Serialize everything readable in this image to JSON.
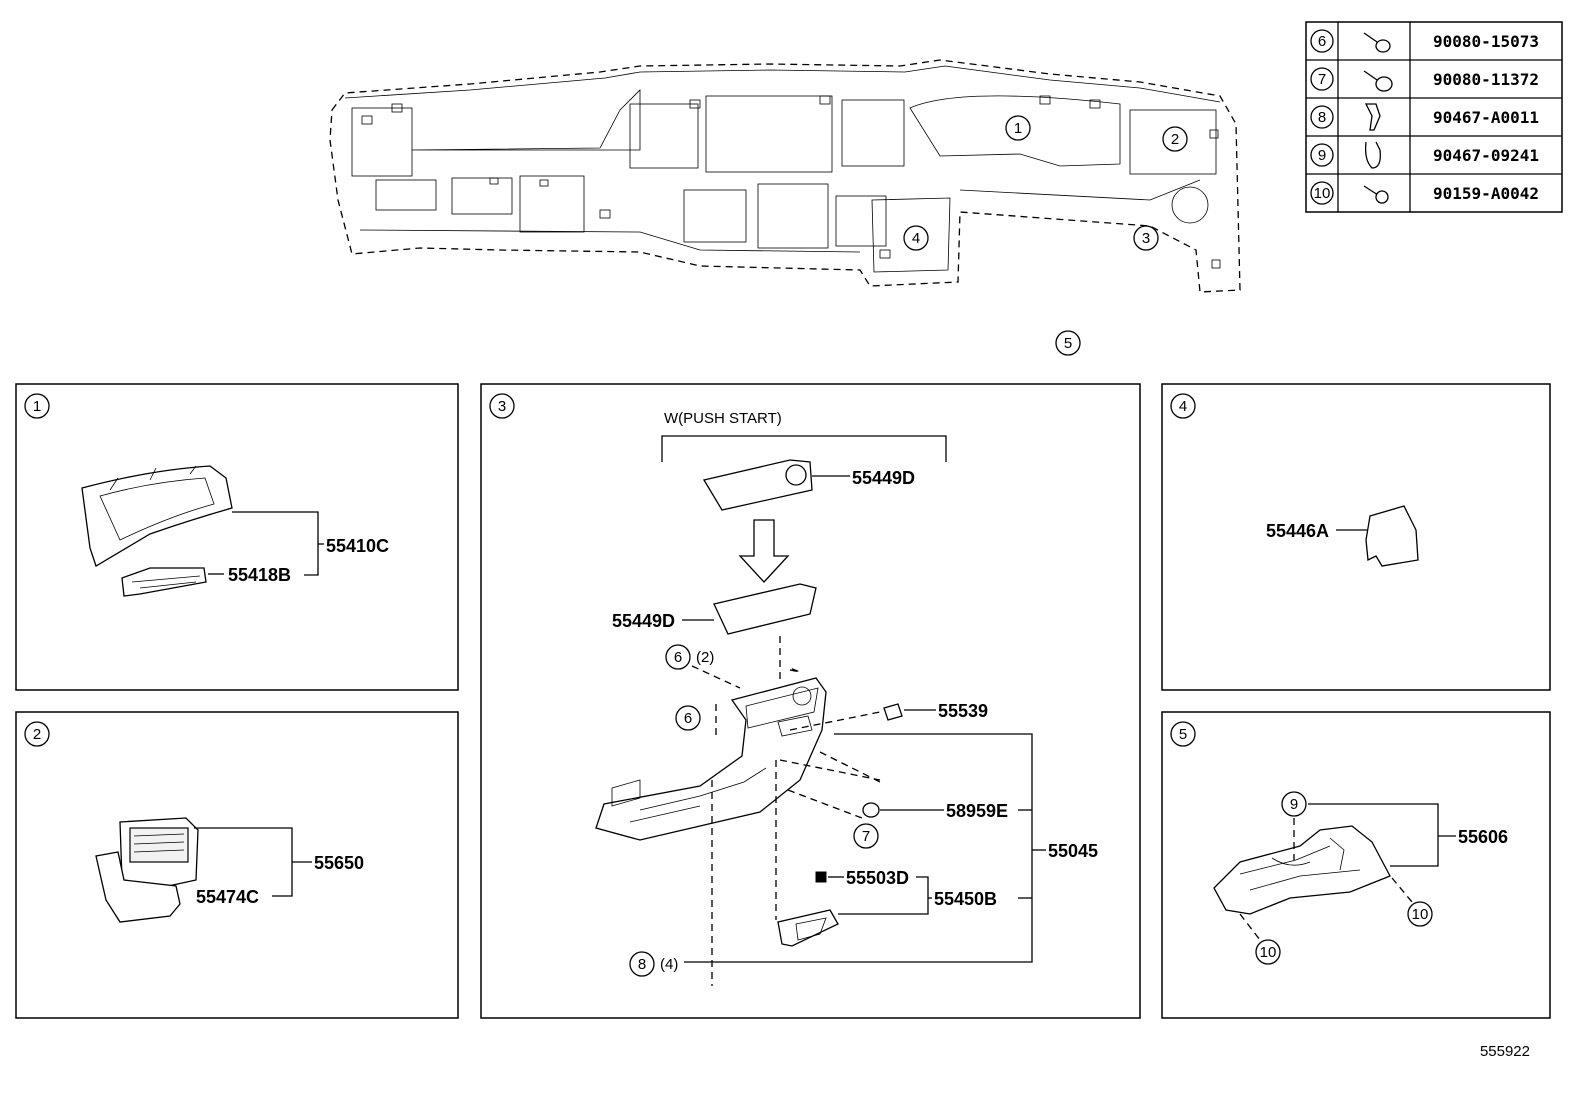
{
  "legend": [
    {
      "ref": "6",
      "part": "90080-15073",
      "icon": "bolt-washer-icon"
    },
    {
      "ref": "7",
      "part": "90080-11372",
      "icon": "bolt-washer-icon"
    },
    {
      "ref": "8",
      "part": "90467-A0011",
      "icon": "clip-icon"
    },
    {
      "ref": "9",
      "part": "90467-09241",
      "icon": "clip-icon"
    },
    {
      "ref": "10",
      "part": "90159-A0042",
      "icon": "screw-icon"
    }
  ],
  "overview": {
    "callouts": [
      "1",
      "2",
      "3",
      "4",
      "5"
    ]
  },
  "panels": {
    "p1": {
      "ref": "1",
      "labels": {
        "a": "55410C",
        "b": "55418B"
      }
    },
    "p2": {
      "ref": "2",
      "labels": {
        "a": "55650",
        "b": "55474C"
      }
    },
    "p3": {
      "ref": "3",
      "note": "W(PUSH START)",
      "labels": {
        "a": "55449D",
        "b": "55449D",
        "c": "55539",
        "d": "58959E",
        "e": "55045",
        "f": "55503D",
        "g": "55450B"
      },
      "qty": {
        "q6": "(2)",
        "q8": "(4)"
      },
      "callouts": {
        "c6a": "6",
        "c6b": "6",
        "c7": "7",
        "c8": "8"
      }
    },
    "p4": {
      "ref": "4",
      "labels": {
        "a": "55446A"
      }
    },
    "p5": {
      "ref": "5",
      "labels": {
        "a": "55606"
      },
      "callouts": {
        "c9": "9",
        "c10a": "10",
        "c10b": "10"
      }
    }
  },
  "figure_id": "555922"
}
